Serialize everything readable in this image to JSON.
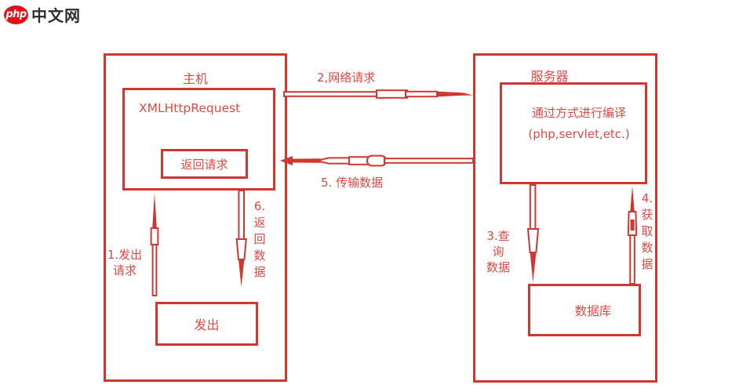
{
  "logo": {
    "badge": "php",
    "site": "中文网"
  },
  "colors": {
    "line": "#cf3732",
    "text": "#dd4a45",
    "logo_red": "#e3101a",
    "logo_text": "#2e2e2e",
    "background": "#ffffff"
  },
  "diagram": {
    "host": {
      "title": "主机",
      "xhr": "XMLHttpRequest",
      "return_request": "返回请求",
      "send": "发出"
    },
    "server": {
      "title": "服务器",
      "compile_line1": "通过方式进行编译",
      "compile_line2": "(php,servlet,etc.)",
      "database": "数据库"
    },
    "labels": {
      "network_request": "2,网络请求",
      "transfer_data": "5. 传输数据",
      "send_request": "1.发出\n请求",
      "return_data": "6.\n返\n回\n数\n据",
      "query_data": "3.查询\n数据",
      "get_data": "4.\n获\n取\n数\n据"
    }
  }
}
